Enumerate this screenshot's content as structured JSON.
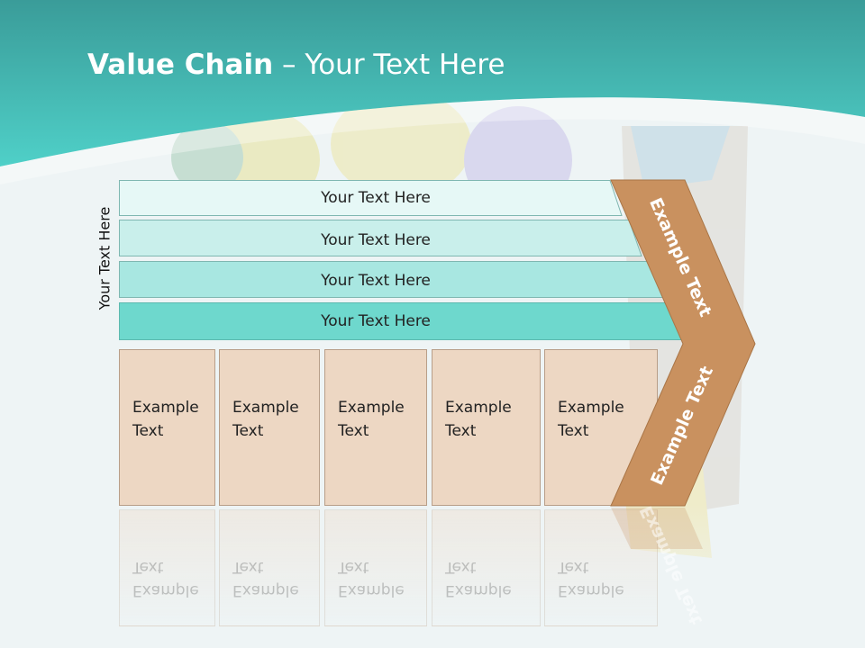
{
  "title": {
    "bold": "Value Chain",
    "rest": " – Your Text Here"
  },
  "side_label": "Your Text Here",
  "bars": [
    {
      "label": "Your Text Here",
      "fill": "#e6f8f6"
    },
    {
      "label": "Your Text Here",
      "fill": "#c9efeb"
    },
    {
      "label": "Your Text Here",
      "fill": "#a8e7e1"
    },
    {
      "label": "Your Text Here",
      "fill": "#6ed8cd"
    }
  ],
  "boxes": [
    {
      "text": "Example\nText"
    },
    {
      "text": "Example\nText"
    },
    {
      "text": "Example\nText"
    },
    {
      "text": "Example\nText"
    },
    {
      "text": "Example\nText"
    }
  ],
  "chevron": {
    "top_text": "Example Text",
    "bottom_text": "Example Text",
    "fill": "#c9915f"
  },
  "colors": {
    "teal_header": "#4dcfc6",
    "box_fill": "#edd7c3"
  }
}
